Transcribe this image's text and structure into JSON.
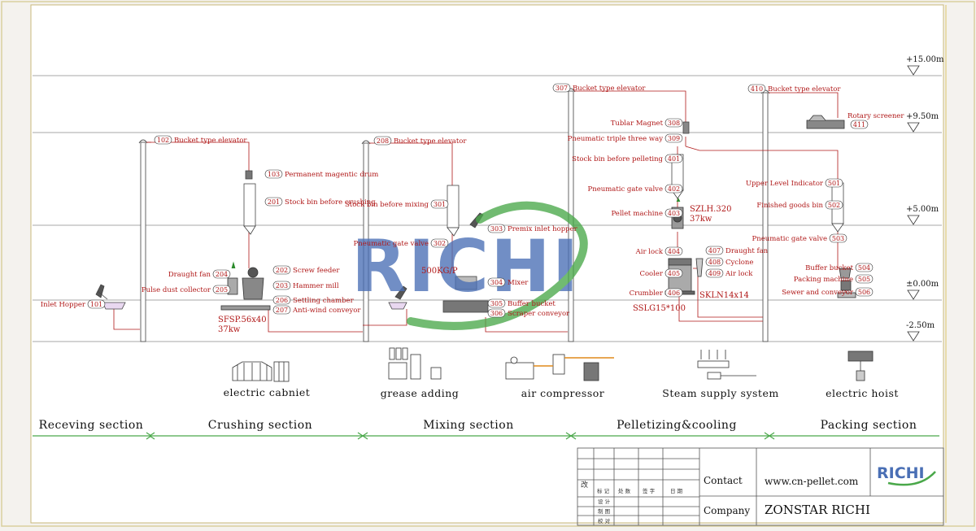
{
  "levels": [
    {
      "id": "l15",
      "label": "+15.00m"
    },
    {
      "id": "l95",
      "label": "+9.50m"
    },
    {
      "id": "l5",
      "label": "+5.00m"
    },
    {
      "id": "l0",
      "label": "±0.00m"
    },
    {
      "id": "lm25",
      "label": "-2.50m"
    }
  ],
  "sections": [
    "Receving section",
    "Crushing section",
    "Mixing section",
    "Pelletizing&cooling",
    "Packing section"
  ],
  "auxiliary": [
    "electric cabniet",
    "grease adding",
    "air compressor",
    "Steam supply system",
    "electric hoist"
  ],
  "components": [
    {
      "num": "101",
      "label": "Inlet Hopper"
    },
    {
      "num": "102",
      "label": "Bucket type elevator"
    },
    {
      "num": "103",
      "label": "Permanent magentic drum"
    },
    {
      "num": "201",
      "label": "Stock bin before crushing"
    },
    {
      "num": "202",
      "label": "Screw feeder"
    },
    {
      "num": "203",
      "label": "Hammer mill"
    },
    {
      "num": "204",
      "label": "Draught fan"
    },
    {
      "num": "205",
      "label": "Pulse dust collector"
    },
    {
      "num": "206",
      "label": "Settling chamber"
    },
    {
      "num": "207",
      "label": "Anti-wind conveyor"
    },
    {
      "num": "208",
      "label": "Bucket type elevator"
    },
    {
      "num": "301",
      "label": "Stock bin before mixing"
    },
    {
      "num": "302",
      "label": "Pneumatic gate valve"
    },
    {
      "num": "303",
      "label": "Premix inlet hopper"
    },
    {
      "num": "304",
      "label": "Mixer"
    },
    {
      "num": "305",
      "label": "Buffer bucket"
    },
    {
      "num": "306",
      "label": "Scraper conveyor"
    },
    {
      "num": "307",
      "label": "Bucket type elevator"
    },
    {
      "num": "308",
      "label": "Tublar Magnet"
    },
    {
      "num": "309",
      "label": "Pneumatic triple three way"
    },
    {
      "num": "401",
      "label": "Stock bin before pelleting"
    },
    {
      "num": "402",
      "label": "Pneumatic gate valve"
    },
    {
      "num": "403",
      "label": "Pellet machine"
    },
    {
      "num": "404",
      "label": "Air lock"
    },
    {
      "num": "405",
      "label": "Cooler"
    },
    {
      "num": "406",
      "label": "Crumbler"
    },
    {
      "num": "407",
      "label": "Draught fan"
    },
    {
      "num": "408",
      "label": "Cyclone"
    },
    {
      "num": "409",
      "label": "Air lock"
    },
    {
      "num": "410",
      "label": "Bucket type elevator"
    },
    {
      "num": "411",
      "label": "Rotary screener"
    },
    {
      "num": "501",
      "label": "Upper Level Indicator"
    },
    {
      "num": "502",
      "label": "Finished goods bin"
    },
    {
      "num": "503",
      "label": "Pneumatic gate valve"
    },
    {
      "num": "504",
      "label": "Buffer bucket"
    },
    {
      "num": "505",
      "label": "Packing machine"
    },
    {
      "num": "506",
      "label": "Sewer and conveyor"
    }
  ],
  "specs": {
    "hammer_model": "SFSP.56x40",
    "hammer_power": "37kw",
    "mixer_cap": "500KG/P",
    "pellet_model": "SZLH.320",
    "pellet_power": "37kw",
    "cooler_model": "SKLN14x14",
    "crumbler_model": "SSLG15*100"
  },
  "title_block": {
    "contact_label": "Contact",
    "contact_value": "www.cn-pellet.com",
    "company_label": "Company",
    "company_value": "ZONSTAR RICHI",
    "change_mark": "改",
    "col_headers": [
      "标 记",
      "处 数",
      "签 字",
      "日 期"
    ],
    "row_labels": [
      "设 计",
      "制 图",
      "校 对"
    ],
    "logo_text": "RICHI"
  },
  "watermark": "RICHI",
  "colors": {
    "line": "#b01818",
    "green": "#4aa84a",
    "blue": "#4a6fb5",
    "frame": "#d9cf9e"
  }
}
